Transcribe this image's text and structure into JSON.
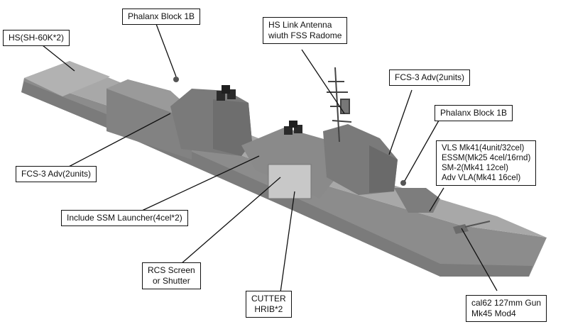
{
  "callouts": {
    "hs": "HS(SH-60K*2)",
    "phalanx_aft": "Phalanx Block 1B",
    "hs_link": "HS Link Antenna\nwiuth FSS Radome",
    "fcs_fwd": "FCS-3 Adv(2units)",
    "phalanx_fwd": "Phalanx Block 1B",
    "vls": "VLS Mk41(4unit/32cel)\nESSM(Mk25 4cel/16rnd)\nSM-2(Mk41 12cel)\nAdv VLA(Mk41 16cel)",
    "fcs_aft": "FCS-3 Adv(2units)",
    "ssm": "Include SSM Launcher(4cel*2)",
    "rcs": "RCS Screen\nor Shutter",
    "cutter": "CUTTER\nHRIB*2",
    "gun": "cal62 127mm Gun\nMk45 Mod4"
  },
  "colors": {
    "hull_side": "#8c8c8c",
    "deck": "#a6a6a6",
    "superstructure": "#7a7a7a",
    "shadow": "#5e5e5e",
    "leader_line": "#111111"
  }
}
